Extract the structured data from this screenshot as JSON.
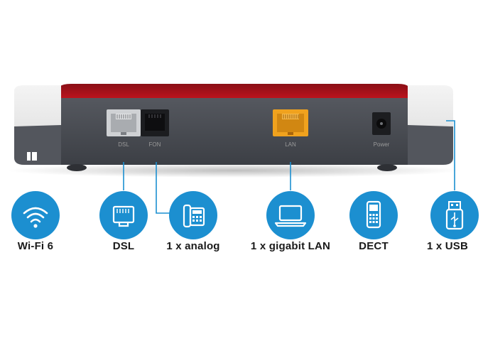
{
  "router_back_panel": {
    "port_labels": {
      "dsl": "DSL",
      "fon": "FON",
      "lan": "LAN",
      "power": "Power"
    }
  },
  "features": [
    {
      "icon": "wifi-icon",
      "label": "Wi-Fi 6"
    },
    {
      "icon": "dsl-port-icon",
      "label": "DSL"
    },
    {
      "icon": "analog-phone-icon",
      "label": "1 x analog"
    },
    {
      "icon": "laptop-icon",
      "label": "1 x gigabit LAN"
    },
    {
      "icon": "dect-phone-icon",
      "label": "DECT"
    },
    {
      "icon": "usb-icon",
      "label": "1 x USB"
    }
  ],
  "colors": {
    "icon_blue": "#1c8fd0",
    "router_red": "#b5121b",
    "router_body": "#4a4d54",
    "lan_port": "#f0a21e"
  }
}
